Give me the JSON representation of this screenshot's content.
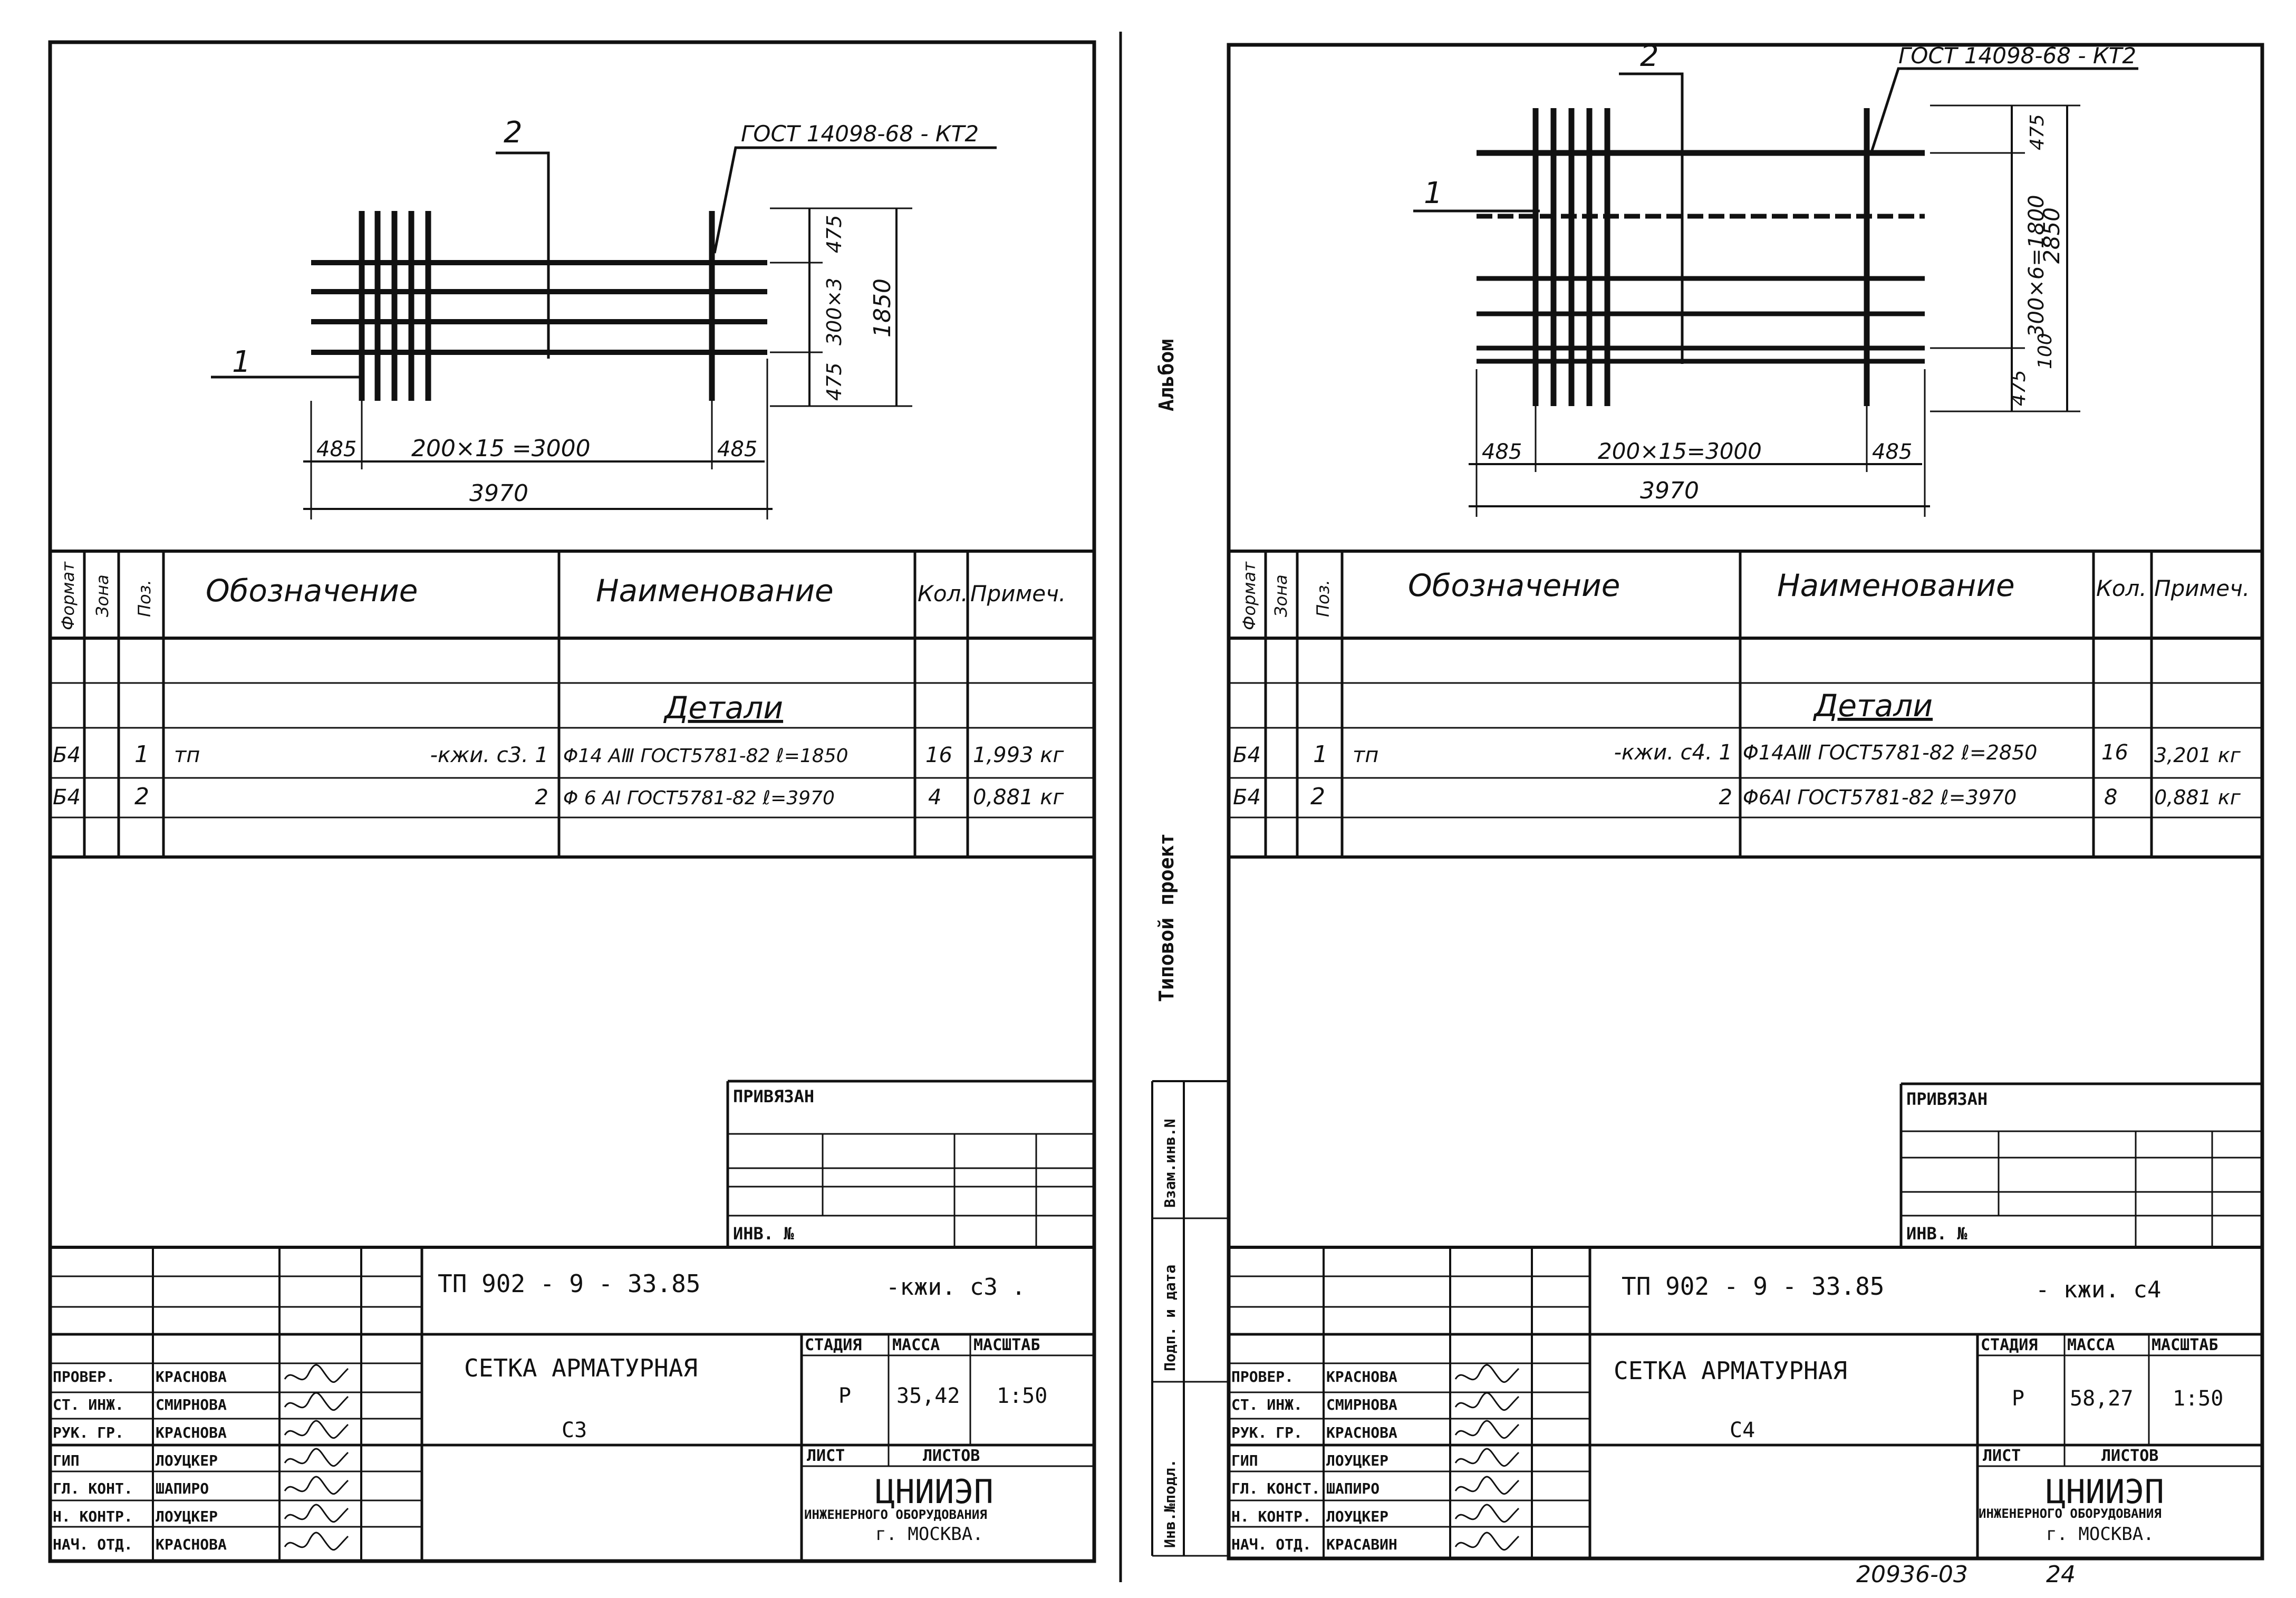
{
  "album_side": {
    "album": "Альбом",
    "project": "Типовой   проект"
  },
  "side_stamp": {
    "inv_podl": "Инв.№подл.",
    "podp_data": "Подп. и дата",
    "vzam_inv": "Взам.инв.N"
  },
  "sheets": [
    {
      "id": "c3",
      "drawing": {
        "leader_gost": "ГОСТ 14098-68 - КТ2",
        "pos_labels": [
          "1",
          "2"
        ],
        "dim_right": [
          "475",
          "300×3",
          "475",
          "1850"
        ],
        "dim_bottom": [
          "485",
          "200×15 =3000",
          "485",
          "3970"
        ]
      },
      "table": {
        "headers": [
          "Формат",
          "Зона",
          "Поз.",
          "Обозначение",
          "Наименование",
          "Кол.",
          "Примеч."
        ],
        "section": "Детали",
        "rows": [
          {
            "format": "Б4",
            "pos": "1",
            "prefix": "тп",
            "designation": "-кжи. с3. 1",
            "name": "Φ14 AⅢ ГОСТ5781-82 ℓ=1850",
            "qty": "16",
            "note": "1,993 кг"
          },
          {
            "format": "Б4",
            "pos": "2",
            "prefix": "",
            "designation": "2",
            "name": "Φ 6 AI ГОСТ5781-82 ℓ=3970",
            "qty": "4",
            "note": "0,881 кг"
          }
        ]
      },
      "privyazan": "ПРИВЯЗАН",
      "inv_no": "ИНВ. №",
      "title_block": {
        "code": "ТП 902 - 9 - 33.85",
        "code_suffix": "-кжи. с3 .",
        "name": "СЕТКА  АРМАТУРНАЯ",
        "name2": "С3",
        "stage_h": "СТАДИЯ",
        "mass_h": "МАССА",
        "scale_h": "МАСШТАБ",
        "stage": "Р",
        "mass": "35,42",
        "scale": "1:50",
        "sheet_h": "ЛИСТ",
        "sheets_h": "ЛИСТОВ",
        "org": "ЦНИИЭП",
        "org_sub": "ИНЖЕНЕРНОГО ОБОРУДОВАНИЯ",
        "city": "г. МОСКВА.",
        "staff": [
          {
            "role": "ПРОВЕР.",
            "name": "КРАСНОВА"
          },
          {
            "role": "СТ. ИНЖ.",
            "name": "СМИРНОВА"
          },
          {
            "role": "РУК. ГР.",
            "name": "КРАСНОВА"
          },
          {
            "role": "ГИП",
            "name": "ЛОУЦКЕР"
          },
          {
            "role": "ГЛ. КОНТ.",
            "name": "ШАПИРО"
          },
          {
            "role": "Н. КОНТР.",
            "name": "ЛОУЦКЕР"
          },
          {
            "role": "НАЧ. ОТД.",
            "name": "КРАСНОВА"
          }
        ]
      }
    },
    {
      "id": "c4",
      "drawing": {
        "leader_gost": "ГОСТ 14098-68 - КТ2",
        "pos_labels": [
          "1",
          "2"
        ],
        "dim_right": [
          "475",
          "300×6=1800",
          "475",
          "100",
          "2850"
        ],
        "dim_bottom": [
          "485",
          "200×15=3000",
          "485",
          "3970"
        ]
      },
      "table": {
        "headers": [
          "Формат",
          "Зона",
          "Поз.",
          "Обозначение",
          "Наименование",
          "Кол.",
          "Примеч."
        ],
        "section": "Детали",
        "rows": [
          {
            "format": "Б4",
            "pos": "1",
            "prefix": "тп",
            "designation": "-кжи. с4. 1",
            "name": "Φ14AⅢ ГОСТ5781-82 ℓ=2850",
            "qty": "16",
            "note": "3,201 кг"
          },
          {
            "format": "Б4",
            "pos": "2",
            "prefix": "",
            "designation": "2",
            "name": "Φ6AI ГОСТ5781-82 ℓ=3970",
            "qty": "8",
            "note": "0,881 кг"
          }
        ]
      },
      "privyazan": "ПРИВЯЗАН",
      "inv_no": "ИНВ. №",
      "title_block": {
        "code": "ТП 902 - 9 - 33.85",
        "code_suffix": "- кжи. с4",
        "name": "СЕТКА  АРМАТУРНАЯ",
        "name2": "С4",
        "stage_h": "СТАДИЯ",
        "mass_h": "МАССА",
        "scale_h": "МАСШТАБ",
        "stage": "Р",
        "mass": "58,27",
        "scale": "1:50",
        "sheet_h": "ЛИСТ",
        "sheets_h": "ЛИСТОВ",
        "org": "ЦНИИЭП",
        "org_sub": "ИНЖЕНЕРНОГО ОБОРУДОВАНИЯ",
        "city": "г. МОСКВА.",
        "staff": [
          {
            "role": "ПРОВЕР.",
            "name": "КРАСНОВА"
          },
          {
            "role": "СТ. ИНЖ.",
            "name": "СМИРНОВА"
          },
          {
            "role": "РУК. ГР.",
            "name": "КРАСНОВА"
          },
          {
            "role": "ГИП",
            "name": "ЛОУЦКЕР"
          },
          {
            "role": "ГЛ. КОНСТ.",
            "name": "ШАПИРО"
          },
          {
            "role": "Н. КОНТР.",
            "name": "ЛОУЦКЕР"
          },
          {
            "role": "НАЧ. ОТД.",
            "name": "КРАСАВИН"
          }
        ]
      }
    }
  ],
  "footer": {
    "number": "20936-03",
    "page": "24"
  }
}
